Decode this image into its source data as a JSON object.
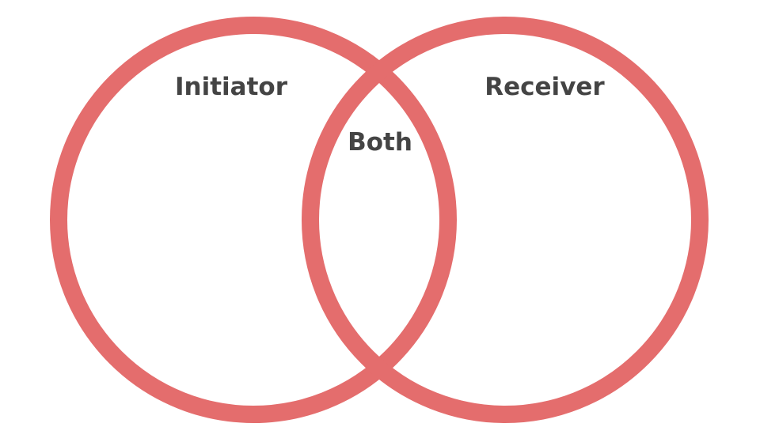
{
  "diagram": {
    "type": "venn",
    "stroke_color": "#e46d6d",
    "label_color": "#444444",
    "sets": [
      {
        "label": "Initiator"
      },
      {
        "label": "Receiver"
      }
    ],
    "intersection": {
      "label": "Both"
    }
  }
}
